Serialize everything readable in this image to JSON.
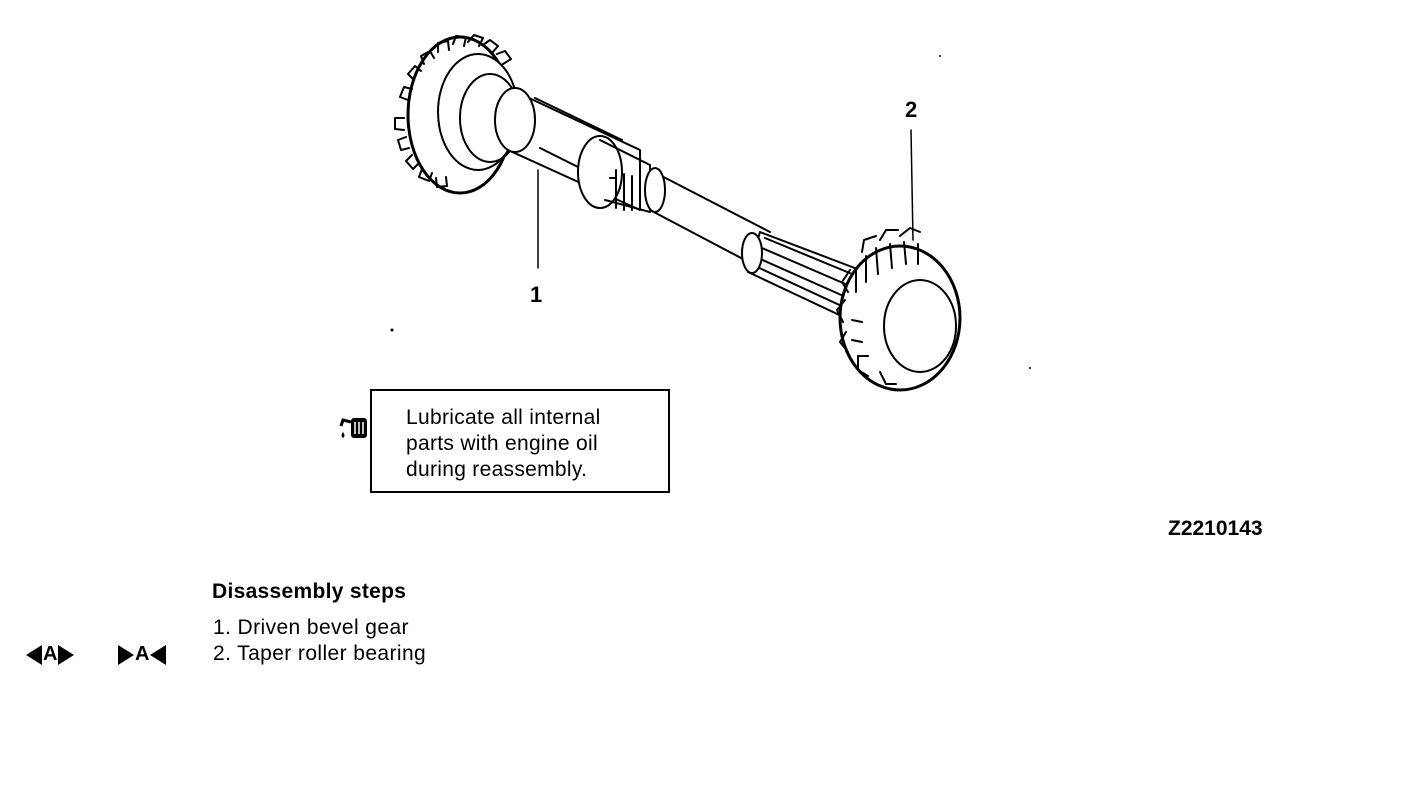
{
  "callouts": {
    "part1": "1",
    "part2": "2"
  },
  "note": {
    "line1": "Lubricate all internal",
    "line2": "parts with engine oil",
    "line3": "during reassembly."
  },
  "figure_code": "Z2210143",
  "steps": {
    "heading": "Disassembly steps",
    "items": [
      "1. Driven bevel gear",
      "2. Taper roller bearing"
    ]
  },
  "markers": {
    "removal": "A",
    "installation": "A"
  },
  "icons": {
    "oil": "oil-can-icon"
  }
}
